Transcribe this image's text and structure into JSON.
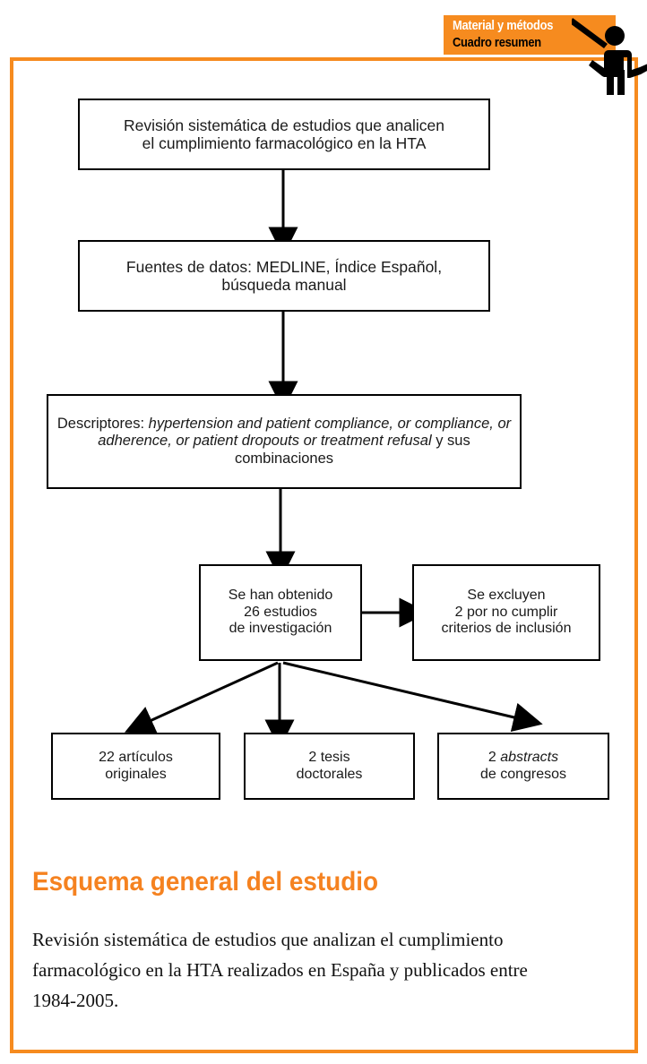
{
  "badge": {
    "line1": "Material y métodos",
    "line2": "Cuadro resumen",
    "bg_color": "#F68B1F",
    "line1_color": "#FFFFFF",
    "line2_color": "#000000",
    "presenter_icon": "presenter-silhouette-icon"
  },
  "frame": {
    "border_color": "#F68B1F"
  },
  "flowchart": {
    "nodes": {
      "review": {
        "line1": "Revisión sistemática de estudios que analicen",
        "line2": "el cumplimiento farmacológico en la HTA"
      },
      "sources": {
        "line1": "Fuentes de datos: MEDLINE, Índice Español,",
        "line2": "búsqueda manual"
      },
      "descriptors": {
        "lead": "Descriptores: ",
        "italic1": "hypertension and patient compliance, or compliance, or adherence, or patient dropouts or treatment refusal",
        "tail": " y sus combinaciones"
      },
      "obtained": {
        "line1": "Se han obtenido",
        "line2": "26 estudios",
        "line3": "de investigación"
      },
      "excluded": {
        "line1": "Se excluyen",
        "line2": "2 por no cumplir",
        "line3": "criterios de inclusión"
      },
      "articles": {
        "line1": "22 artículos",
        "line2": "originales"
      },
      "theses": {
        "line1": "2 tesis",
        "line2": "doctorales"
      },
      "abstracts": {
        "count": "2 ",
        "italic": "abstracts",
        "line2": "de congresos"
      }
    }
  },
  "caption": {
    "title": "Esquema general del estudio",
    "title_color": "#F58220",
    "body": "Revisión sistemática de estudios que analizan el cumplimiento farmacológico en la HTA realizados en España y publicados entre 1984-2005."
  }
}
